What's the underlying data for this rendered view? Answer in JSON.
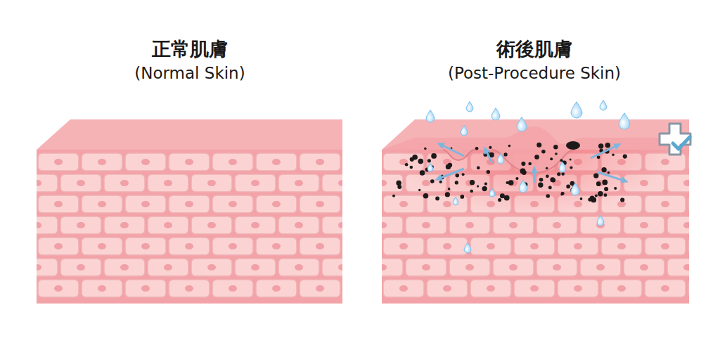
{
  "diagram": {
    "nodes": [
      {
        "text": [
          "正常肌膚",
          "(Normal Skin)"
        ]
      },
      {
        "text": [
          "術後肌膚",
          "(Post-Procedure Skin)"
        ]
      }
    ]
  }
}
